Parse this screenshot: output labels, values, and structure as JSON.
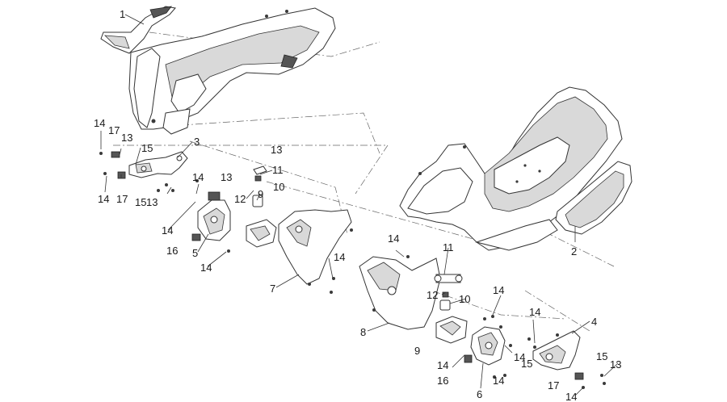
{
  "callouts": [
    {
      "id": "c1",
      "text": "1"
    },
    {
      "id": "c2",
      "text": "2"
    },
    {
      "id": "c3",
      "text": "3"
    },
    {
      "id": "c4",
      "text": "4"
    },
    {
      "id": "c5",
      "text": "5"
    },
    {
      "id": "c6",
      "text": "6"
    },
    {
      "id": "c7",
      "text": "7"
    },
    {
      "id": "c8",
      "text": "8"
    },
    {
      "id": "c9a",
      "text": "9"
    },
    {
      "id": "c9b",
      "text": "9"
    },
    {
      "id": "c10a",
      "text": "10"
    },
    {
      "id": "c10b",
      "text": "10"
    },
    {
      "id": "c11a",
      "text": "11"
    },
    {
      "id": "c11b",
      "text": "11"
    },
    {
      "id": "c12a",
      "text": "12"
    },
    {
      "id": "c12b",
      "text": "12"
    },
    {
      "id": "c13a",
      "text": "13"
    },
    {
      "id": "c13b",
      "text": "13"
    },
    {
      "id": "c13c",
      "text": "13"
    },
    {
      "id": "c13d",
      "text": "13"
    },
    {
      "id": "c13e",
      "text": "13"
    },
    {
      "id": "c14a",
      "text": "14"
    },
    {
      "id": "c14b",
      "text": "14"
    },
    {
      "id": "c14c",
      "text": "14"
    },
    {
      "id": "c14d",
      "text": "14"
    },
    {
      "id": "c14e",
      "text": "14"
    },
    {
      "id": "c14f",
      "text": "14"
    },
    {
      "id": "c14g",
      "text": "14"
    },
    {
      "id": "c14h",
      "text": "14"
    },
    {
      "id": "c14i",
      "text": "14"
    },
    {
      "id": "c14j",
      "text": "14"
    },
    {
      "id": "c14k",
      "text": "14"
    },
    {
      "id": "c14l",
      "text": "14"
    },
    {
      "id": "c14m",
      "text": "14"
    },
    {
      "id": "c15a",
      "text": "15"
    },
    {
      "id": "c15b",
      "text": "15"
    },
    {
      "id": "c15c",
      "text": "15"
    },
    {
      "id": "c15d",
      "text": "15"
    },
    {
      "id": "c16a",
      "text": "16"
    },
    {
      "id": "c16b",
      "text": "16"
    },
    {
      "id": "c17a",
      "text": "17"
    },
    {
      "id": "c17b",
      "text": "17"
    },
    {
      "id": "c17c",
      "text": "17"
    }
  ]
}
